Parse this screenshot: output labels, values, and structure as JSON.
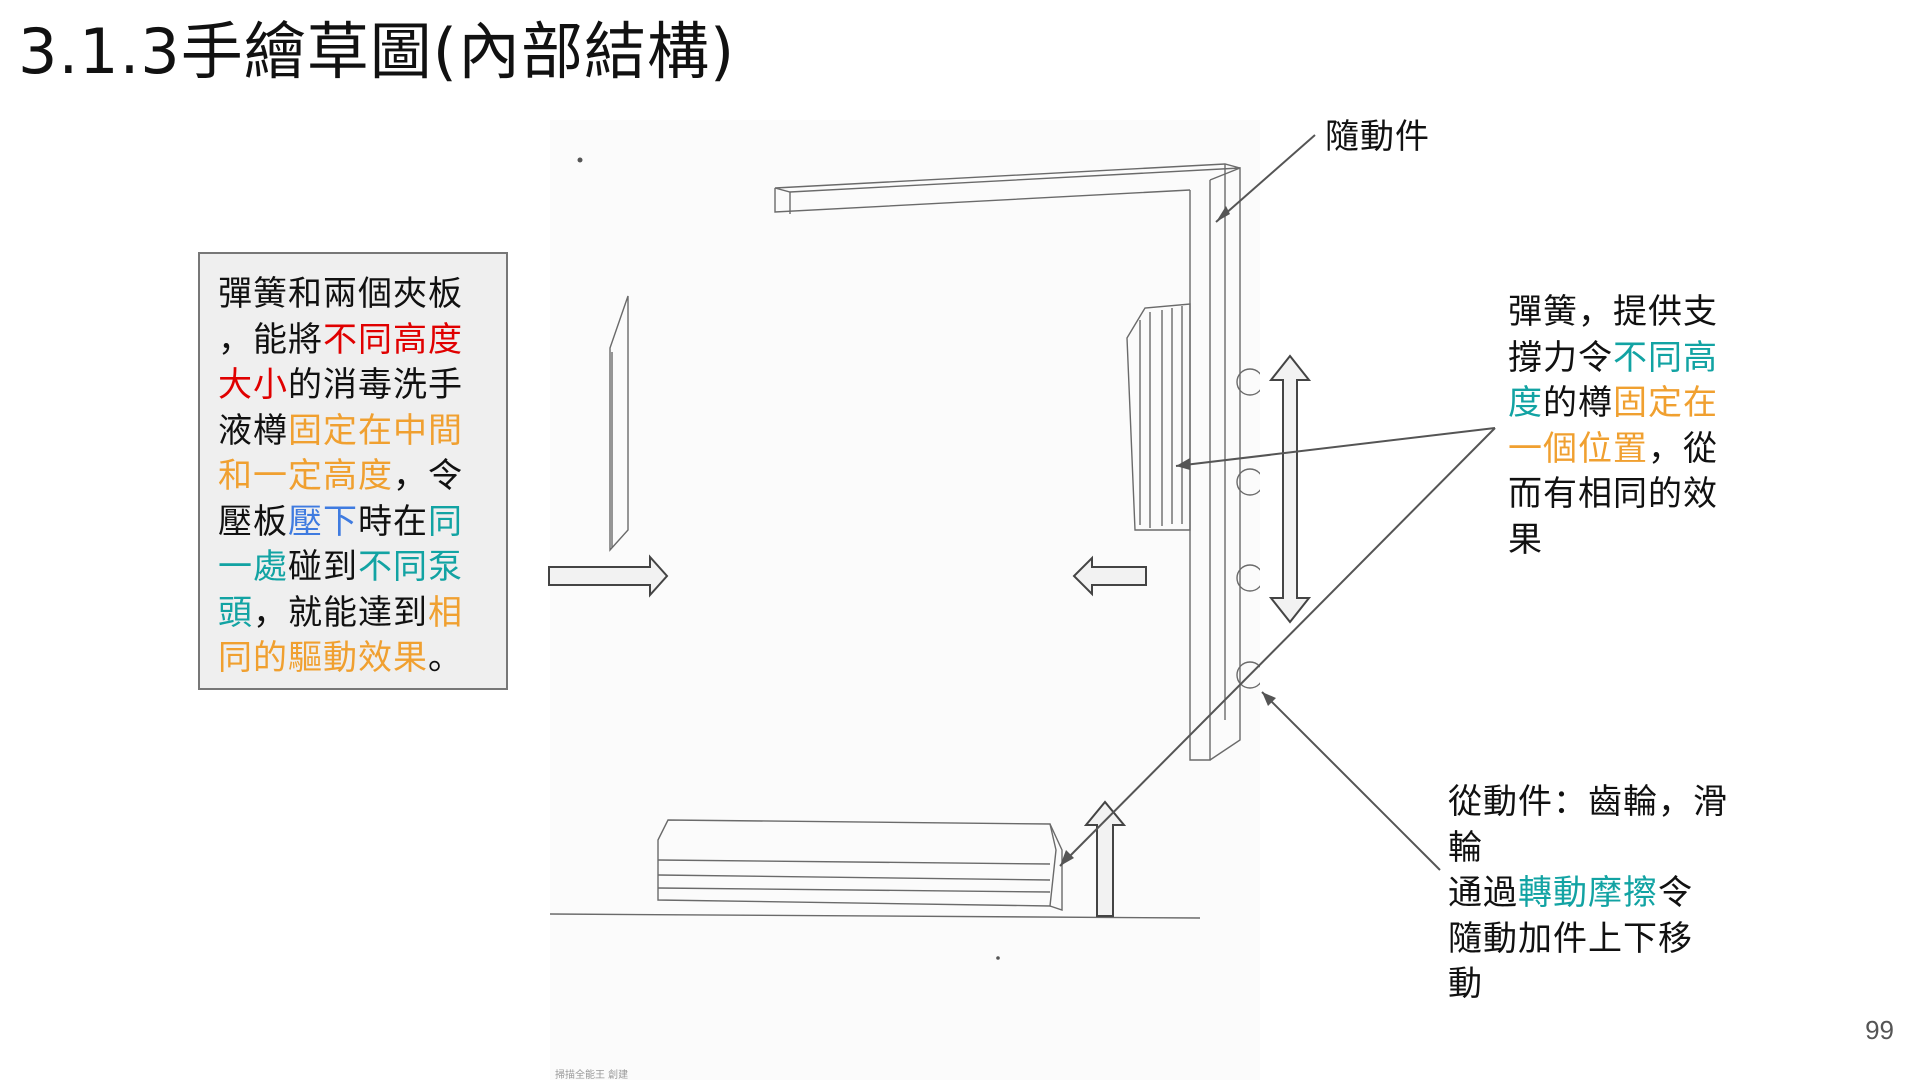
{
  "slide": {
    "title": "3.1.3手繪草圖(內部結構)",
    "page_number": "99"
  },
  "explanation": {
    "segments": [
      {
        "text": "彈簧和兩個夾板",
        "color": "default"
      },
      {
        "text": "，能將",
        "color": "default"
      },
      {
        "text": "不同高度",
        "color": "red"
      },
      {
        "text": "大小",
        "color": "red"
      },
      {
        "text": "的消毒洗手",
        "color": "default"
      },
      {
        "text": "液樽",
        "color": "default"
      },
      {
        "text": "固定在中間",
        "color": "orange"
      },
      {
        "text": "和一定高度",
        "color": "orange"
      },
      {
        "text": "，令",
        "color": "default"
      },
      {
        "text": "壓板",
        "color": "default"
      },
      {
        "text": "壓下",
        "color": "blue"
      },
      {
        "text": "時在",
        "color": "default"
      },
      {
        "text": "同",
        "color": "teal"
      },
      {
        "text": "一處",
        "color": "teal"
      },
      {
        "text": "碰到",
        "color": "default"
      },
      {
        "text": "不同泵",
        "color": "teal"
      },
      {
        "text": "頭",
        "color": "teal"
      },
      {
        "text": "，就能達到",
        "color": "default"
      },
      {
        "text": "相",
        "color": "orange"
      },
      {
        "text": "同的驅動效果",
        "color": "orange"
      },
      {
        "text": "。",
        "color": "default"
      }
    ]
  },
  "labels": {
    "follower": "隨動件",
    "spring": {
      "line1a": "彈簧，提供支",
      "line2a": "撐力令",
      "line2b": "不同高",
      "line3a": "度",
      "line3b": "的樽",
      "line3c": "固定在",
      "line4a": "一個位置",
      "line4b": "，從",
      "line5": "而有相同的效",
      "line6": "果"
    },
    "driven": {
      "line1": "從動件：齒輪，滑",
      "line2": "輪",
      "line3a": "通過",
      "line3b": "轉動摩擦",
      "line3c": "令",
      "line4": "隨動加件上下移",
      "line5": "動"
    }
  },
  "watermark": "掃描全能王 創建",
  "colors": {
    "red": "#e00000",
    "orange": "#f0a030",
    "blue": "#3f7be0",
    "teal": "#12a3a3",
    "box_bg": "#efefef",
    "box_border": "#777777"
  }
}
